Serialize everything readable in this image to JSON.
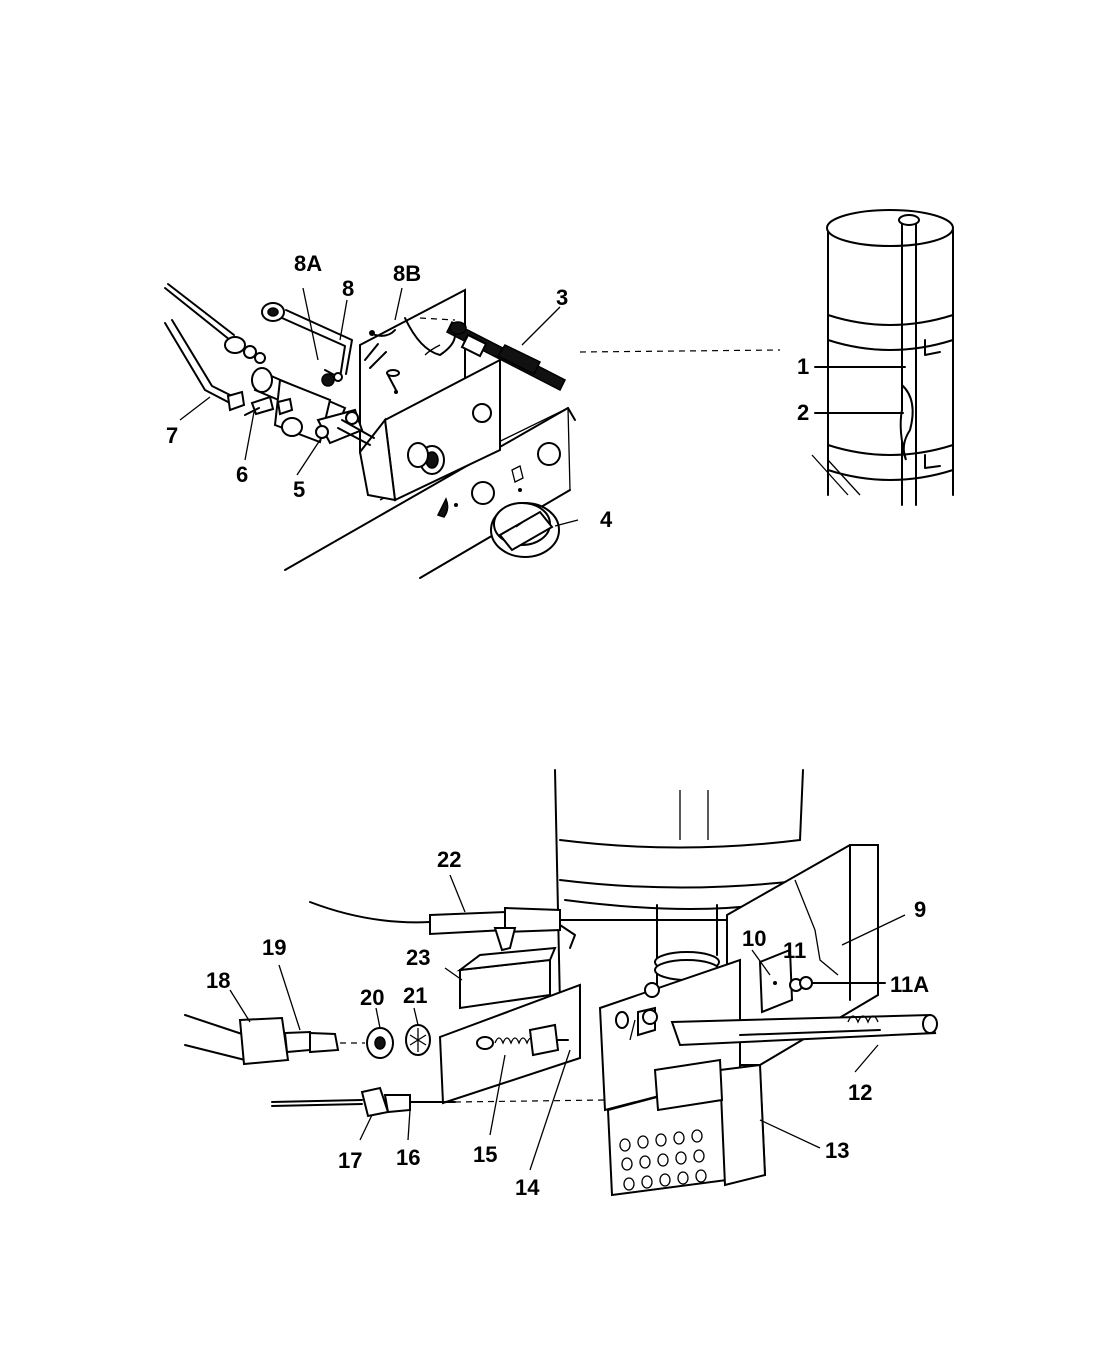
{
  "labels": {
    "l1": "1",
    "l2": "2",
    "l3": "3",
    "l4": "4",
    "l5": "5",
    "l6": "6",
    "l7": "7",
    "l8": "8",
    "l8a": "8A",
    "l8b": "8B",
    "l9": "9",
    "l10": "10",
    "l11": "11",
    "l11a": "11A",
    "l12": "12",
    "l13": "13",
    "l14": "14",
    "l15": "15",
    "l16": "16",
    "l17": "17",
    "l18": "18",
    "l19": "19",
    "l20": "20",
    "l21": "21",
    "l22": "22",
    "l23": "23"
  }
}
